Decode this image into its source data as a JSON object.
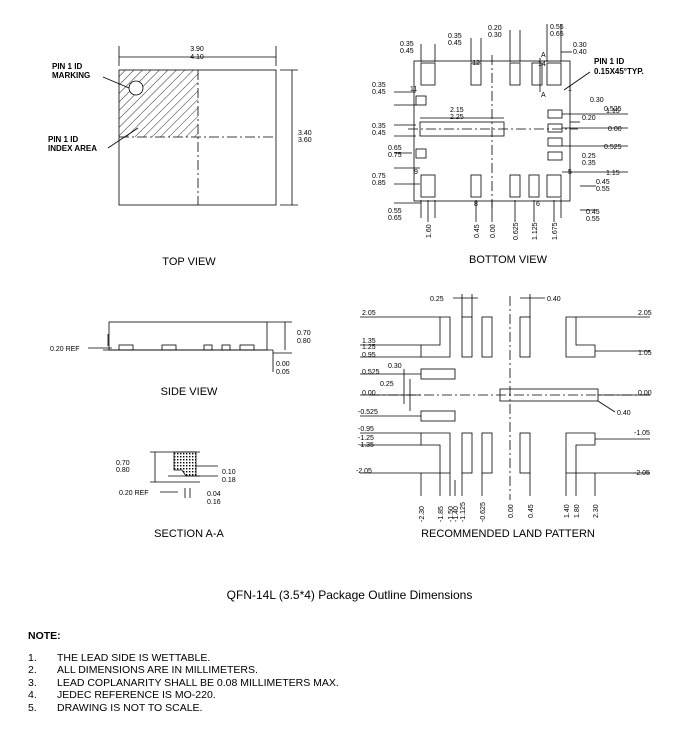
{
  "top_view": {
    "caption": "TOP VIEW",
    "width_dim": [
      "3.90",
      "4.10"
    ],
    "height_dim": [
      "3.40",
      "3.60"
    ],
    "pin1_marking": [
      "PIN 1 ID",
      "MARKING"
    ],
    "pin1_index": [
      "PIN 1 ID",
      "INDEX AREA"
    ]
  },
  "bottom_view": {
    "caption": "BOTTOM VIEW",
    "pin1_id": [
      "PIN 1 ID",
      "0.15X45°TYP."
    ],
    "pin_labels": [
      "12",
      "11",
      "9",
      "8",
      "6",
      "5",
      "14",
      "1"
    ],
    "section_marker": "A",
    "dims_top": [
      [
        "0.35",
        "0.45"
      ],
      [
        "0.20",
        "0.30"
      ],
      [
        "0.55",
        "0.65"
      ],
      [
        "0.35",
        "0.45"
      ],
      [
        "0.30",
        "0.40"
      ]
    ],
    "dims_left": [
      [
        "0.35",
        "0.45"
      ],
      [
        "2.15",
        "2.25"
      ],
      [
        "0.35",
        "0.45"
      ],
      [
        "0.65",
        "0.75"
      ],
      [
        "0.75",
        "0.85"
      ],
      [
        "0.55",
        "0.65"
      ]
    ],
    "dims_right": [
      "1.15",
      "0.20",
      "0.30",
      "0.525",
      "0.00",
      "0.525",
      "0.25",
      "0.35",
      "1.15",
      "0.45",
      "0.55",
      "0.45",
      "0.55"
    ],
    "dims_bottom": [
      "1.60",
      "0.45",
      "0.00",
      "0.625",
      "1.125",
      "1.675"
    ]
  },
  "side_view": {
    "caption": "SIDE VIEW",
    "ref_label": "0.20 REF",
    "height_dim": [
      "0.70",
      "0.80"
    ],
    "standoff_dim": [
      "0.00",
      "0.05"
    ]
  },
  "section_aa": {
    "caption": "SECTION A-A",
    "height_dim": [
      "0.70",
      "0.80"
    ],
    "ref_label": "0.20 REF",
    "dim1": [
      "0.10",
      "0.18"
    ],
    "dim2": [
      "0.04",
      "0.16"
    ]
  },
  "land_pattern": {
    "caption": "RECOMMENDED LAND PATTERN",
    "top_dims": [
      "0.25",
      "0.40"
    ],
    "left_y": [
      "2.05",
      "1.35",
      "1.25",
      "0.95",
      "0.525",
      "0.30",
      "0.25",
      "0.00",
      "-0.525",
      "-0.95",
      "-1.25",
      "-1.35",
      "-2.05"
    ],
    "right_y": [
      "2.05",
      "1.05",
      "0.00",
      "0.40",
      "-1.05",
      "-2.05"
    ],
    "bottom_x": [
      "-2.30",
      "-1.85",
      "-1.50",
      "-1.40",
      "-1.125",
      "-0.625",
      "0.00",
      "0.45",
      "1.40",
      "1.80",
      "2.30"
    ]
  },
  "package_title": "QFN-14L (3.5*4) Package Outline Dimensions",
  "notes": {
    "title": "NOTE:",
    "items": [
      {
        "num": "1.",
        "text": "THE LEAD SIDE IS WETTABLE."
      },
      {
        "num": "2.",
        "text": "ALL DIMENSIONS ARE IN MILLIMETERS."
      },
      {
        "num": "3.",
        "text": "LEAD COPLANARITY SHALL BE 0.08 MILLIMETERS MAX."
      },
      {
        "num": "4.",
        "text": "JEDEC REFERENCE IS MO-220."
      },
      {
        "num": "5.",
        "text": "DRAWING IS NOT TO SCALE."
      }
    ]
  }
}
